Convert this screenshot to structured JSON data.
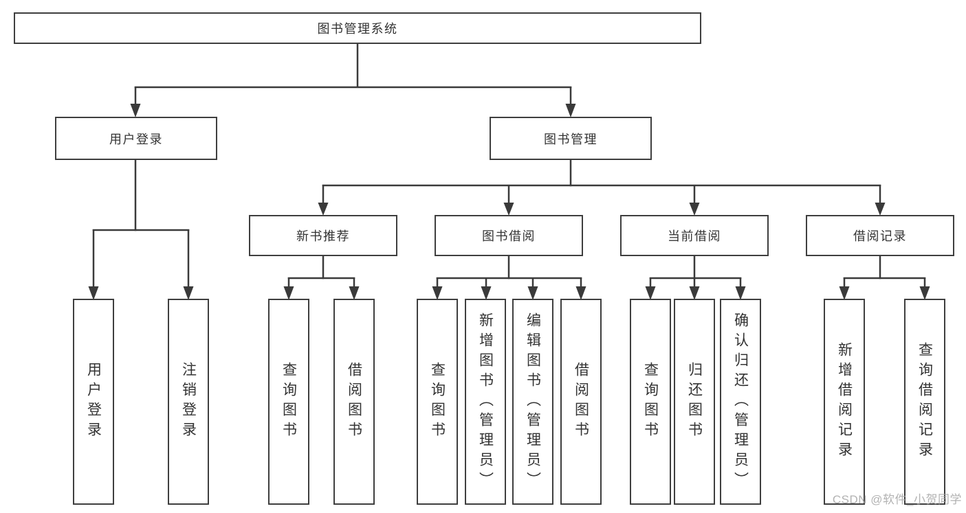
{
  "watermark": "CSDN @软件_小贺同学",
  "colors": {
    "line": "#3a3a3a",
    "box_border": "#3e3e3e",
    "text": "#333333",
    "watermark": "#a5a5a5",
    "background": "#ffffff"
  },
  "tree": {
    "root": {
      "label": "图书管理系统",
      "children": [
        {
          "label": "用户登录",
          "children": [
            {
              "label": "用户登录"
            },
            {
              "label": "注销登录"
            }
          ]
        },
        {
          "label": "图书管理",
          "children": [
            {
              "label": "新书推荐",
              "children": [
                {
                  "label": "查询图书"
                },
                {
                  "label": "借阅图书"
                }
              ]
            },
            {
              "label": "图书借阅",
              "children": [
                {
                  "label": "查询图书"
                },
                {
                  "label": "新增图书（管理员）"
                },
                {
                  "label": "编辑图书（管理员）"
                },
                {
                  "label": "借阅图书"
                }
              ]
            },
            {
              "label": "当前借阅",
              "children": [
                {
                  "label": "查询图书"
                },
                {
                  "label": "归还图书"
                },
                {
                  "label": "确认归还（管理员）"
                }
              ]
            },
            {
              "label": "借阅记录",
              "children": [
                {
                  "label": "新增借阅记录"
                },
                {
                  "label": "查询借阅记录"
                }
              ]
            }
          ]
        }
      ]
    }
  }
}
